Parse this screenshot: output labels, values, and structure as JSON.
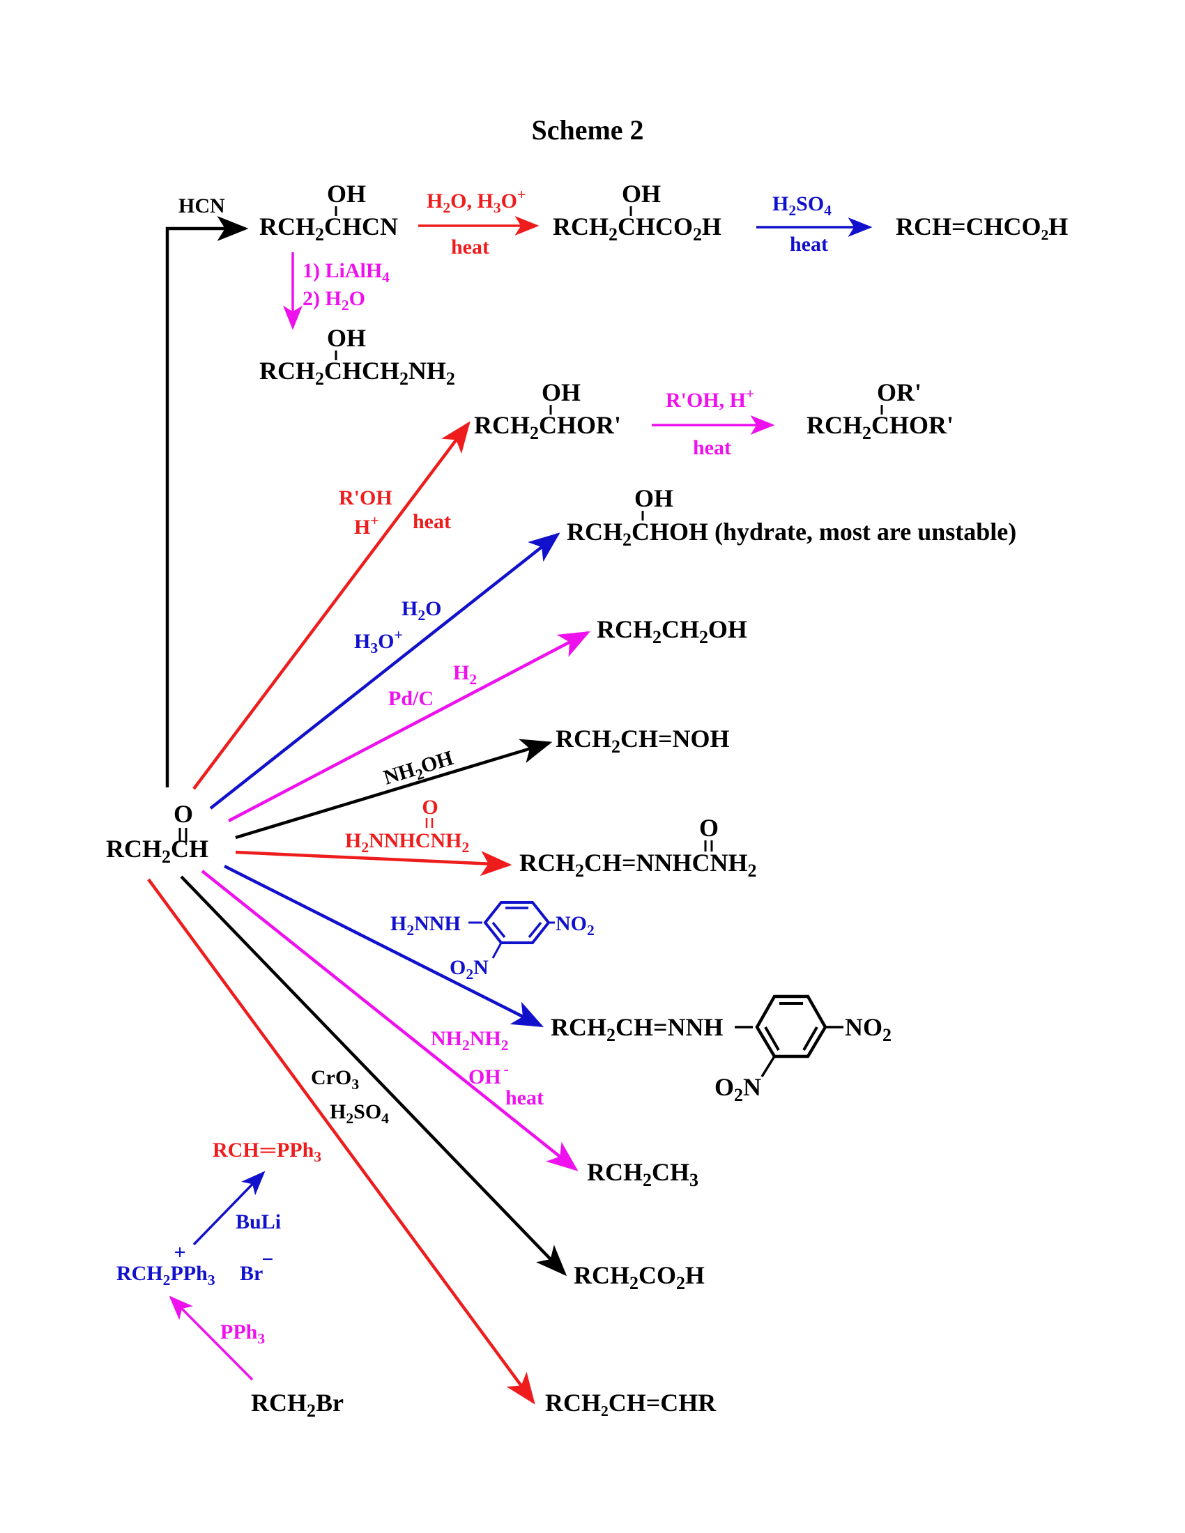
{
  "title": "Scheme 2",
  "colors": {
    "black": "#000000",
    "red": "#ee1c1c",
    "blue": "#1111cc",
    "magenta": "#ee11ee"
  },
  "start": {
    "main": [
      "RCH",
      "2",
      "CH"
    ],
    "o": "O"
  },
  "hcn": {
    "reagent": "HCN",
    "cyanohydrin": {
      "main": [
        "RCH",
        "2",
        "CHCN"
      ],
      "oh": "OH"
    },
    "hydrolysis": {
      "top": [
        "H",
        "2",
        "O, H",
        "3",
        "O",
        "+"
      ],
      "bottom": "heat"
    },
    "hydroxyacid": {
      "main": [
        "RCH",
        "2",
        "CHCO",
        "2",
        "H"
      ],
      "oh": "OH"
    },
    "dehydration": {
      "top": [
        "H",
        "2",
        "SO",
        "4"
      ],
      "bottom": "heat"
    },
    "unsat_acid": "RCH=CHCO₂H",
    "reduction": {
      "line1": "1) LiAlH",
      "line1_sub": "4",
      "line2": [
        "2) H",
        "2",
        "O"
      ]
    },
    "aminoalcohol": {
      "main": [
        "RCH",
        "2",
        "CHCH",
        "2",
        "NH",
        "2"
      ],
      "oh": "OH"
    }
  },
  "hemiacetal": {
    "reagents": {
      "line1": "R'OH",
      "line2": [
        "H",
        "+"
      ],
      "heat": "heat"
    },
    "product": {
      "main": [
        "RCH",
        "2",
        "CHOR'"
      ],
      "oh": "OH"
    },
    "step": {
      "top": [
        "R'OH, H",
        "+"
      ],
      "bottom": "heat"
    },
    "acetal": {
      "main": [
        "RCH",
        "2",
        "CHOR'"
      ],
      "or": "OR'"
    }
  },
  "hydrate": {
    "reagents": {
      "line1": [
        "H",
        "2",
        "O"
      ],
      "line2": [
        "H",
        "3",
        "O",
        "+"
      ]
    },
    "product": {
      "main": [
        "RCH",
        "2",
        "CHOH (hydrate, most are unstable)"
      ],
      "oh": "OH"
    }
  },
  "hydrogenation": {
    "reagents": {
      "line1": [
        "H",
        "2"
      ],
      "line2": "Pd/C"
    },
    "product": [
      "RCH",
      "2",
      "CH",
      "2",
      "OH"
    ]
  },
  "oxime": {
    "reagent": [
      "NH",
      "2",
      "OH"
    ],
    "product": [
      "RCH",
      "2",
      "CH=NOH"
    ]
  },
  "semicarbazone": {
    "reagent": {
      "main": [
        "H",
        "2",
        "NNHCNH",
        "2"
      ],
      "o": "O"
    },
    "product": {
      "main": [
        "RCH",
        "2",
        "CH=NNHCNH",
        "2"
      ],
      "o": "O"
    }
  },
  "dnp": {
    "reagent": {
      "left": [
        "H",
        "2",
        "NNH"
      ],
      "right": [
        "NO",
        "2"
      ],
      "bottom": [
        "O",
        "2",
        "N"
      ]
    },
    "product": {
      "left": [
        "RCH",
        "2",
        "CH=NNH"
      ],
      "right": [
        "NO",
        "2"
      ],
      "bottom": [
        "O",
        "2",
        "N"
      ]
    }
  },
  "wolff_kishner": {
    "reagents": {
      "line1": [
        "NH",
        "2",
        "NH",
        "2"
      ],
      "line2": "OH",
      "charge": "-",
      "heat": "heat"
    },
    "product": [
      "RCH",
      "2",
      "CH",
      "3"
    ]
  },
  "oxidation": {
    "reagents": {
      "line1": [
        "CrO",
        "3"
      ],
      "line2": [
        "H",
        "2",
        "SO",
        "4"
      ]
    },
    "product": [
      "RCH",
      "2",
      "CO",
      "2",
      "H"
    ]
  },
  "wittig": {
    "alkyl_bromide": [
      "RCH",
      "2",
      "Br"
    ],
    "pph3": [
      "PPh",
      "3"
    ],
    "salt": {
      "main": [
        "RCH",
        "2",
        "PPh",
        "3"
      ],
      "counter": "Br",
      "plus": "+",
      "minus": "−"
    },
    "base": "BuLi",
    "ylide": [
      "RCH",
      "═",
      "PPh",
      "3"
    ],
    "product": "RCH₂CH=CHR"
  }
}
